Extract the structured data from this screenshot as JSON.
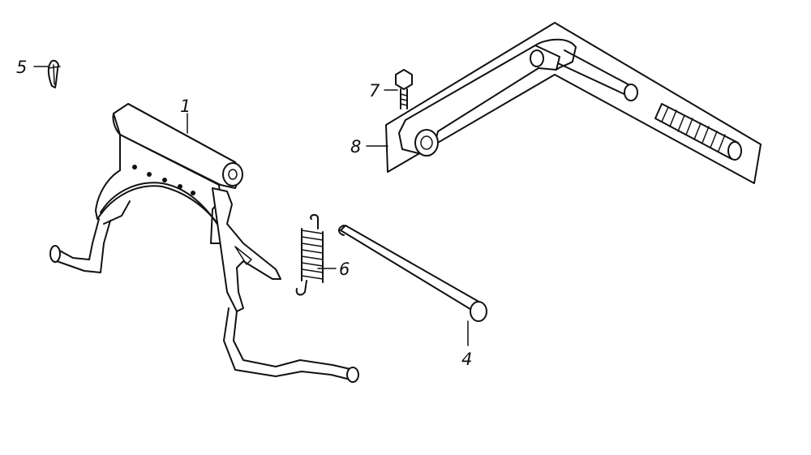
{
  "diagram": {
    "callouts": [
      {
        "id": "1",
        "text": "1"
      },
      {
        "id": "4",
        "text": "4"
      },
      {
        "id": "5",
        "text": "5"
      },
      {
        "id": "6",
        "text": "6"
      },
      {
        "id": "7",
        "text": "7"
      },
      {
        "id": "8",
        "text": "8"
      }
    ],
    "parts": [
      {
        "callout": "1",
        "name": "main-stand"
      },
      {
        "callout": "4",
        "name": "stand-pivot-shaft"
      },
      {
        "callout": "5",
        "name": "cotter-pin"
      },
      {
        "callout": "6",
        "name": "stand-return-spring"
      },
      {
        "callout": "7",
        "name": "flange-bolt"
      },
      {
        "callout": "8",
        "name": "kickstarter-arm"
      }
    ],
    "colors": {
      "ink": "#111111",
      "background": "#ffffff"
    }
  }
}
